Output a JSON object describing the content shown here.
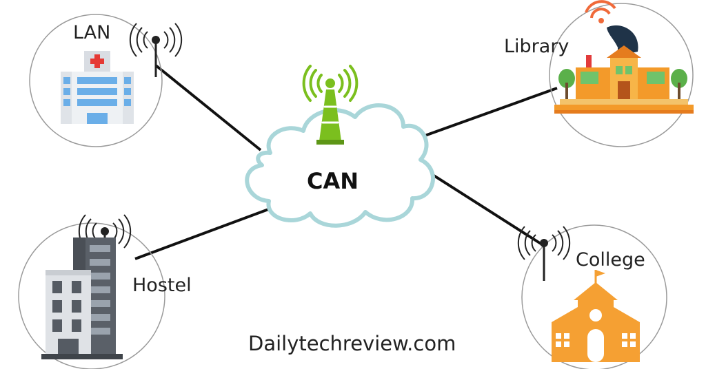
{
  "hub": {
    "label": "CAN"
  },
  "nodes": {
    "lan": {
      "label": "LAN"
    },
    "library": {
      "label": "Library"
    },
    "hostel": {
      "label": "Hostel"
    },
    "college": {
      "label": "College"
    }
  },
  "watermark": "Dailytechreview.com",
  "colors": {
    "cloud_fill": "#ffffff",
    "cloud_stroke": "#a9d6d9",
    "tower_green": "#7bbf1e",
    "node_circle": "#9a9a9a",
    "link_line": "#111111",
    "library_orange": "#f39a2a",
    "college_orange": "#f5a033",
    "hospital_blue": "#6aaee8"
  },
  "icons": {
    "hub": "cell-tower-icon",
    "lan": "hospital-building-icon",
    "library": "library-building-icon",
    "hostel": "apartment-building-icon",
    "college": "college-building-icon"
  }
}
